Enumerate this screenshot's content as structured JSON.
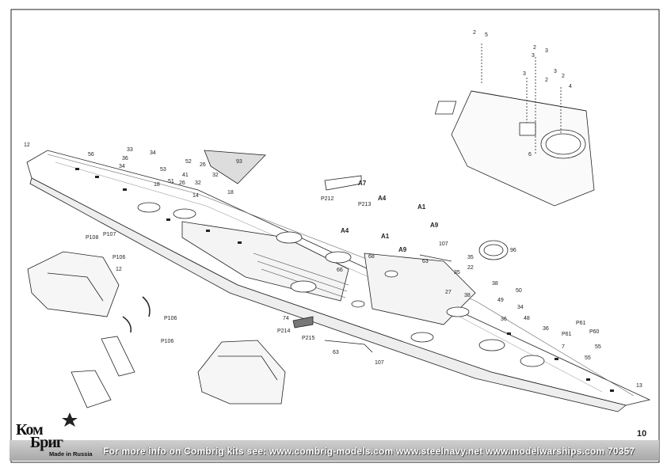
{
  "page": {
    "number": "10",
    "footer": "For more info on Combrig kits see: www.combrig-models.com www.steelnavy.net  www.modelwarships.com  70357"
  },
  "logo": {
    "line1": "Ком",
    "line2": "Бриг",
    "tagline": "Made in Russia"
  },
  "callouts": {
    "c2": "2",
    "c3": "3",
    "c4": "4",
    "c5": "5",
    "c6": "6",
    "c7": "7",
    "c12": "12",
    "c13": "13",
    "c14": "14",
    "c18": "18",
    "c22": "22",
    "c26": "26",
    "c27": "27",
    "c32": "32",
    "c33": "33",
    "c34": "34",
    "c35": "35",
    "c36": "36",
    "c38": "38",
    "c41": "41",
    "c48": "48",
    "c49": "49",
    "c50": "50",
    "c51": "51",
    "c52": "52",
    "c53": "53",
    "c55": "55",
    "c56": "56",
    "c63": "63",
    "c66": "66",
    "c68": "68",
    "c74": "74",
    "c93": "93",
    "c96": "96",
    "c107": "107",
    "A1": "A1",
    "A4": "A4",
    "A7": "A7",
    "A9": "A9",
    "P60": "P60",
    "P61": "P61",
    "P106": "P106",
    "P107": "P107",
    "P108": "P108",
    "P212": "P212",
    "P213": "P213",
    "P214": "P214",
    "P215": "P215"
  }
}
